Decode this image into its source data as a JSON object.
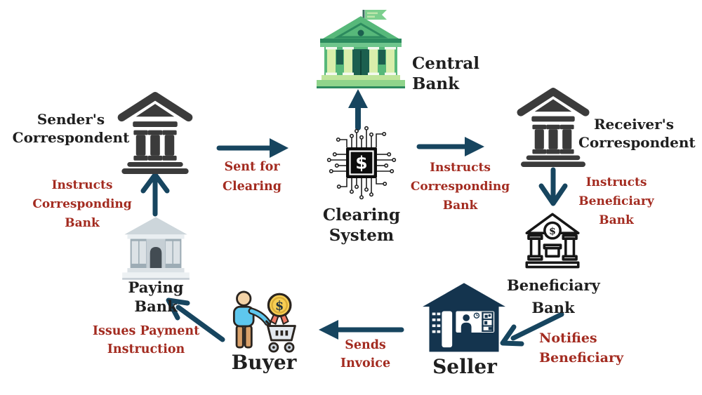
{
  "colors": {
    "background": "#ffffff",
    "arrow_navy": "#17455f",
    "label_red": "#a32b20",
    "label_black": "#1f1f1f",
    "bank_dark": "#3b3b3b",
    "seller_navy": "#14344e"
  },
  "icons": {
    "dollar_glyph": "$"
  },
  "nodes": {
    "central_bank": {
      "label": "Central Bank"
    },
    "clearing_system": {
      "label": "Clearing System"
    },
    "senders_correspondent": {
      "label": "Sender's\nCorrespondent"
    },
    "receivers_correspondent": {
      "label": "Receiver's\nCorrespondent"
    },
    "paying_bank": {
      "label": "Paying Bank"
    },
    "beneficiary_bank": {
      "label": "Beneficiary\nBank"
    },
    "buyer": {
      "label": "Buyer"
    },
    "seller": {
      "label": "Seller"
    }
  },
  "edges": {
    "paying_to_senders": {
      "label": "Instructs\nCorresponding Bank",
      "from": "Paying Bank",
      "to": "Sender's Correspondent"
    },
    "senders_to_clearing": {
      "label": "Sent for Clearing",
      "from": "Sender's Correspondent",
      "to": "Clearing System"
    },
    "clearing_to_central": {
      "label": "",
      "from": "Clearing System",
      "to": "Central Bank"
    },
    "clearing_to_receivers": {
      "label": "Instructs\nCorresponding Bank",
      "from": "Clearing System",
      "to": "Receiver's Correspondent"
    },
    "receivers_to_beneficiary": {
      "label": "Instructs\nBeneficiary Bank",
      "from": "Receiver's Correspondent",
      "to": "Beneficiary Bank"
    },
    "beneficiary_to_seller": {
      "label": "Notifies\nBeneficiary",
      "from": "Beneficiary Bank",
      "to": "Seller"
    },
    "seller_to_buyer": {
      "label": "Sends\nInvoice",
      "from": "Seller",
      "to": "Buyer"
    },
    "buyer_to_paying": {
      "label": "Issues Payment\nInstruction",
      "from": "Buyer",
      "to": "Paying Bank"
    }
  }
}
